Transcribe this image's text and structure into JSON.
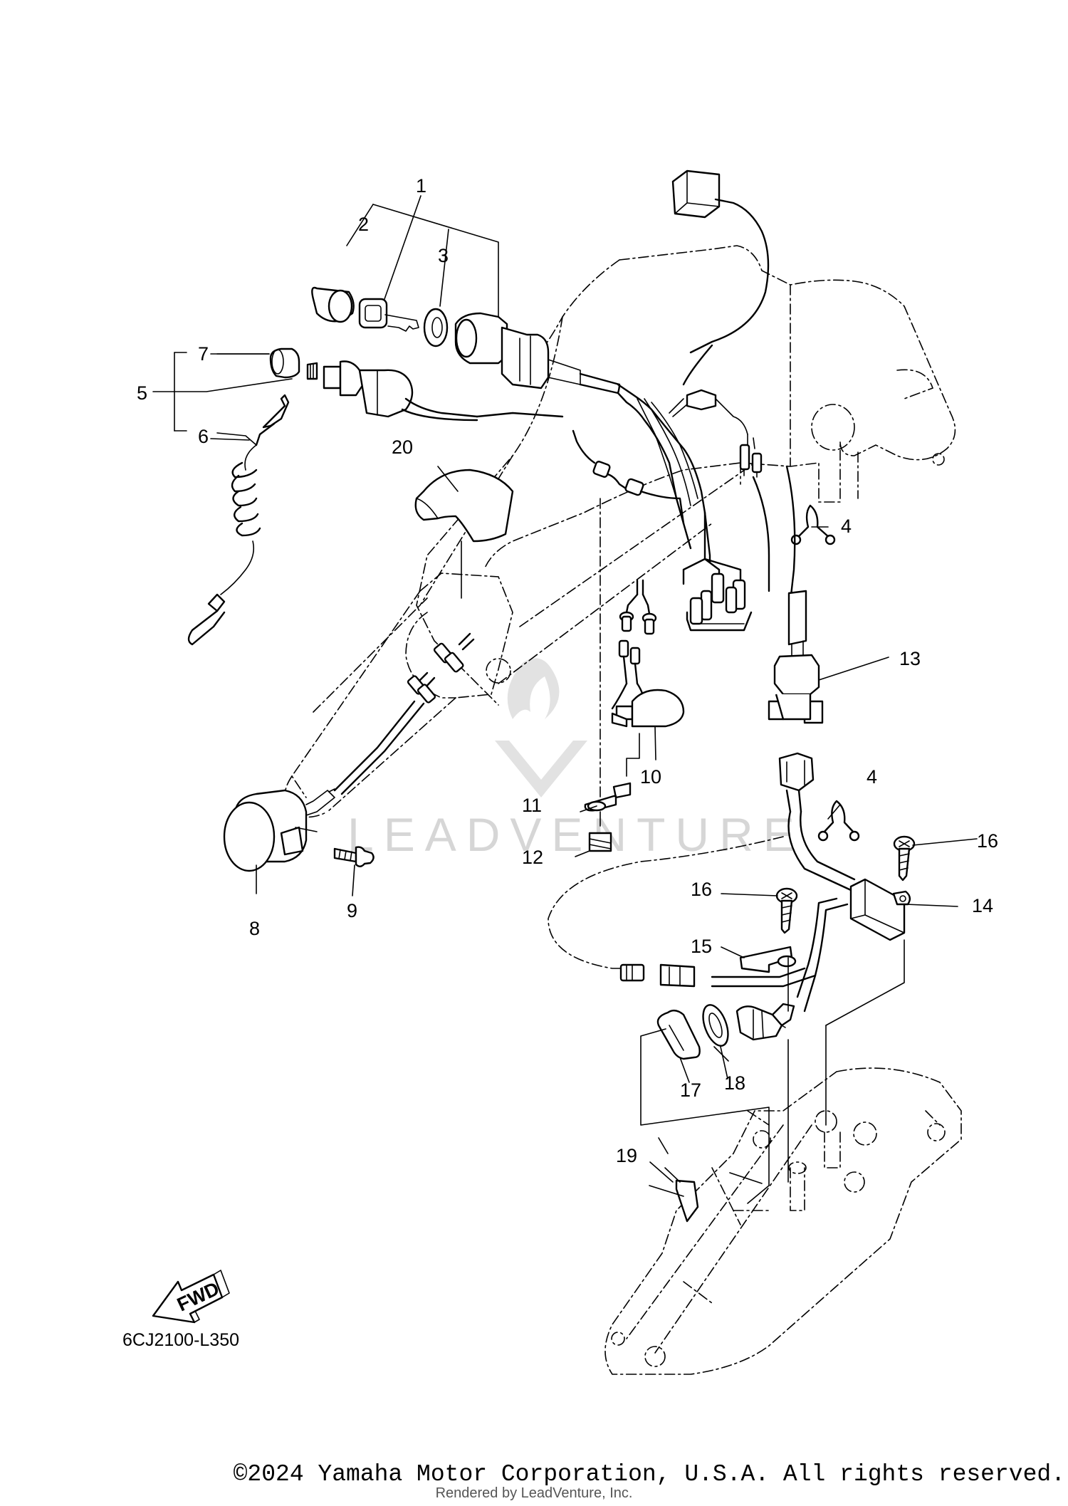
{
  "diagram": {
    "callouts": [
      "1",
      "2",
      "3",
      "4",
      "5",
      "6",
      "7",
      "8",
      "9",
      "10",
      "11",
      "12",
      "13",
      "14",
      "15",
      "16",
      "17",
      "18",
      "19",
      "20"
    ],
    "callout_4b": "4",
    "callout_16b": "16",
    "fwd_label": "FWD",
    "drawing_code": "6CJ2100-L350",
    "watermark": "LEADVENTURE"
  },
  "footer": {
    "copyright": "©2024 Yamaha Motor Corporation, U.S.A. All rights reserved.",
    "rendered_by": "Rendered by LeadVenture, Inc."
  },
  "colors": {
    "ink": "#000000",
    "watermark": "#d6d6d6",
    "background": "#ffffff"
  }
}
